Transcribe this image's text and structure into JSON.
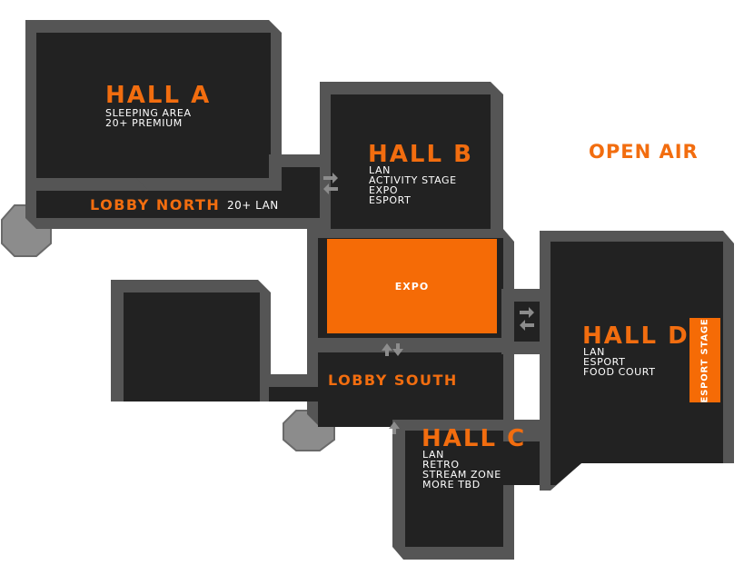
{
  "halls": {
    "a": {
      "title": "HALL A",
      "lines": [
        "SLEEPING AREA",
        "20+ PREMIUM"
      ]
    },
    "b": {
      "title": "HALL B",
      "lines": [
        "LAN",
        "ACTIVITY STAGE",
        "EXPO",
        "ESPORT"
      ]
    },
    "c": {
      "title": "HALL C",
      "lines": [
        "LAN",
        "RETRO",
        "STREAM ZONE",
        "MORE TBD"
      ]
    },
    "d": {
      "title": "HALL D",
      "lines": [
        "LAN",
        "ESPORT",
        "FOOD COURT"
      ]
    }
  },
  "lobby_north": {
    "title": "LOBBY NORTH",
    "note": "20+ LAN"
  },
  "lobby_south": {
    "title": "LOBBY SOUTH"
  },
  "expo_area": "EXPO",
  "esport_stage": "ESPORT STAGE",
  "open_air": "OPEN AIR",
  "colors": {
    "accent": "#f56b06",
    "floor": "#222222",
    "wall": "#4d4d4d",
    "outdoor": "#8c8c8c"
  },
  "icons": [
    "double-arrow-horizontal-icon",
    "double-arrow-vertical-icon"
  ]
}
